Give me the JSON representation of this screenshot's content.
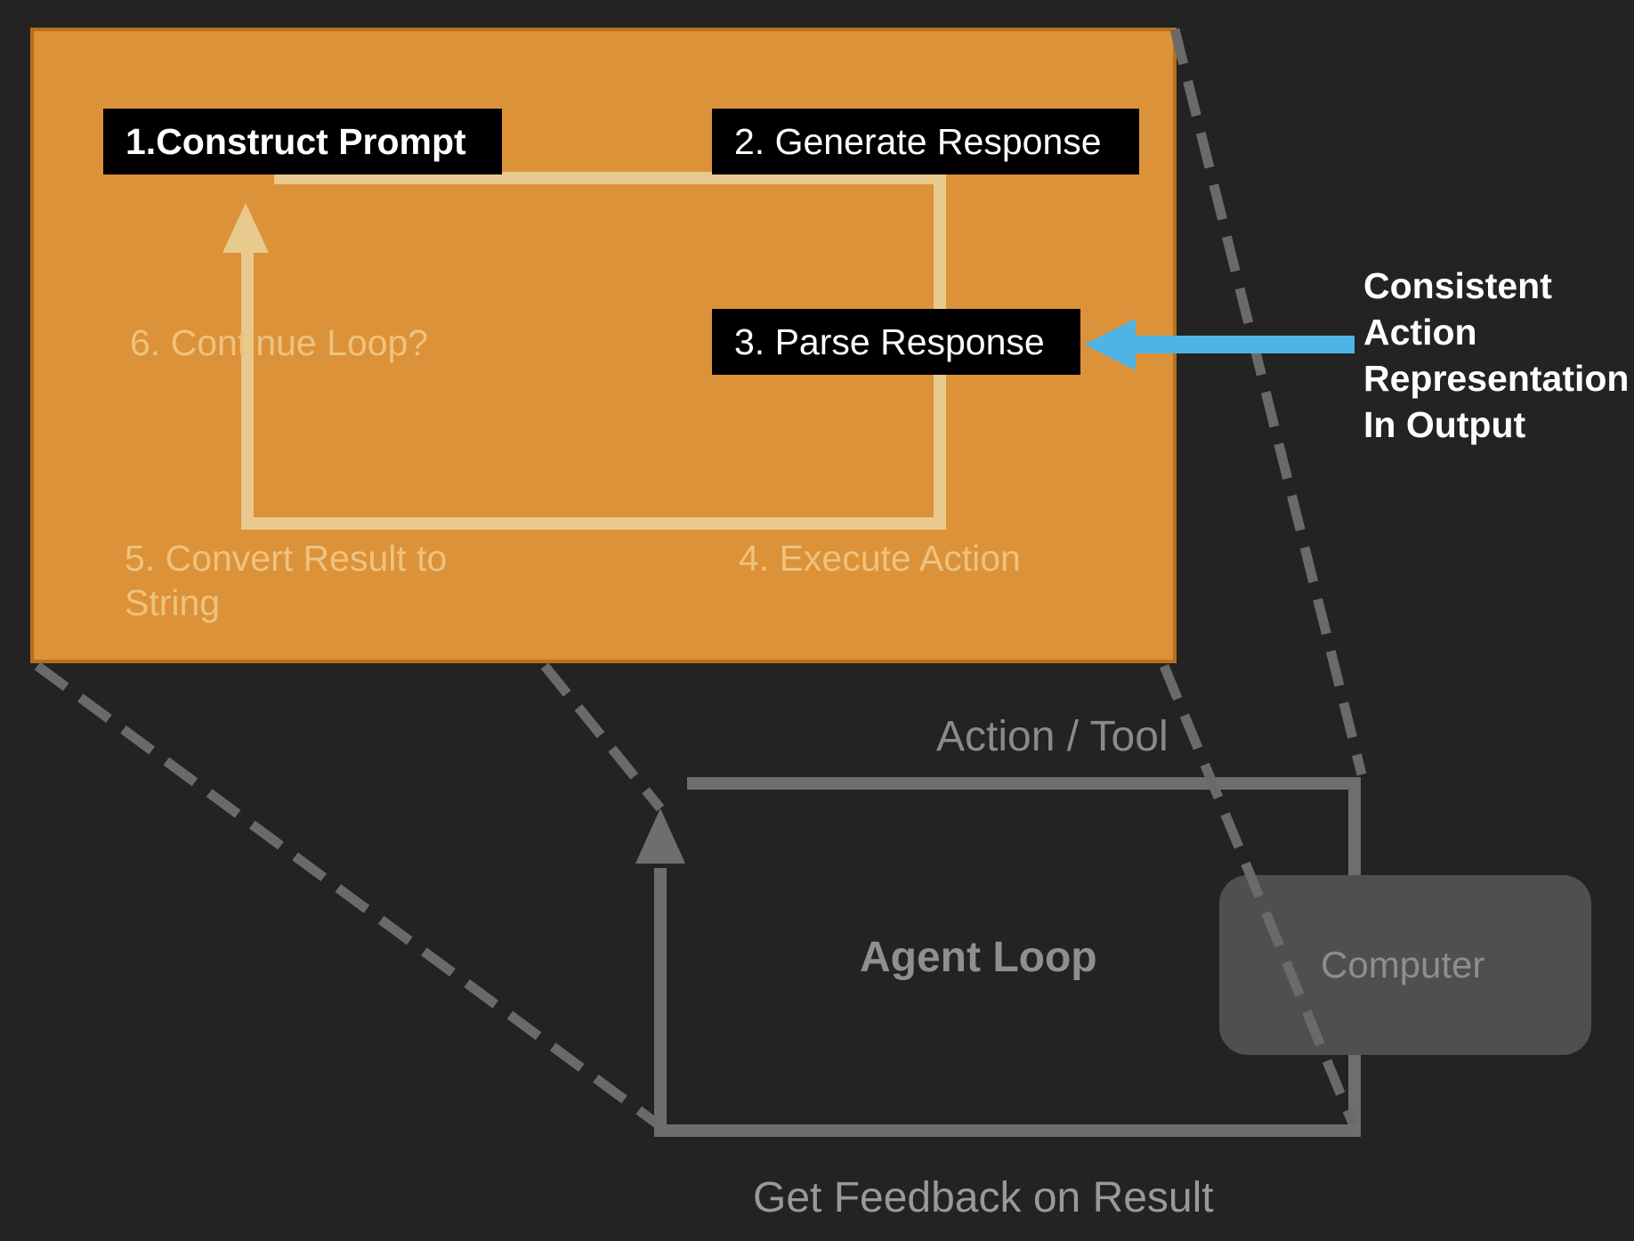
{
  "zoom_panel": {
    "steps": {
      "s1": "1.Construct Prompt",
      "s2": "2. Generate Response",
      "s3": "3. Parse Response",
      "s4": "4. Execute Action",
      "s5": "5. Convert Result to\nString",
      "s6": "6. Continue Loop?"
    }
  },
  "annotation": {
    "lines": [
      "Consistent",
      "Action",
      "Representation",
      "In Output"
    ]
  },
  "agent_diagram": {
    "top_label": "Action / Tool",
    "center_label": "Agent Loop",
    "computer_label": "Computer",
    "bottom_label": "Get Feedback on Result"
  },
  "colors": {
    "background": "#232323",
    "panel": "#dc9238",
    "loop_line": "#e8c98e",
    "arrow_blue": "#4fb3e6",
    "grey": "#6e6e6e"
  }
}
